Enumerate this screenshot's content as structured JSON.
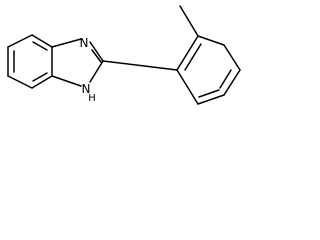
{
  "molecule": {
    "atoms": {
      "imine_n": "N",
      "amine_n": "N",
      "amine_h": "H"
    }
  },
  "colors": {
    "bond": "#000000",
    "background": "#ffffff"
  }
}
